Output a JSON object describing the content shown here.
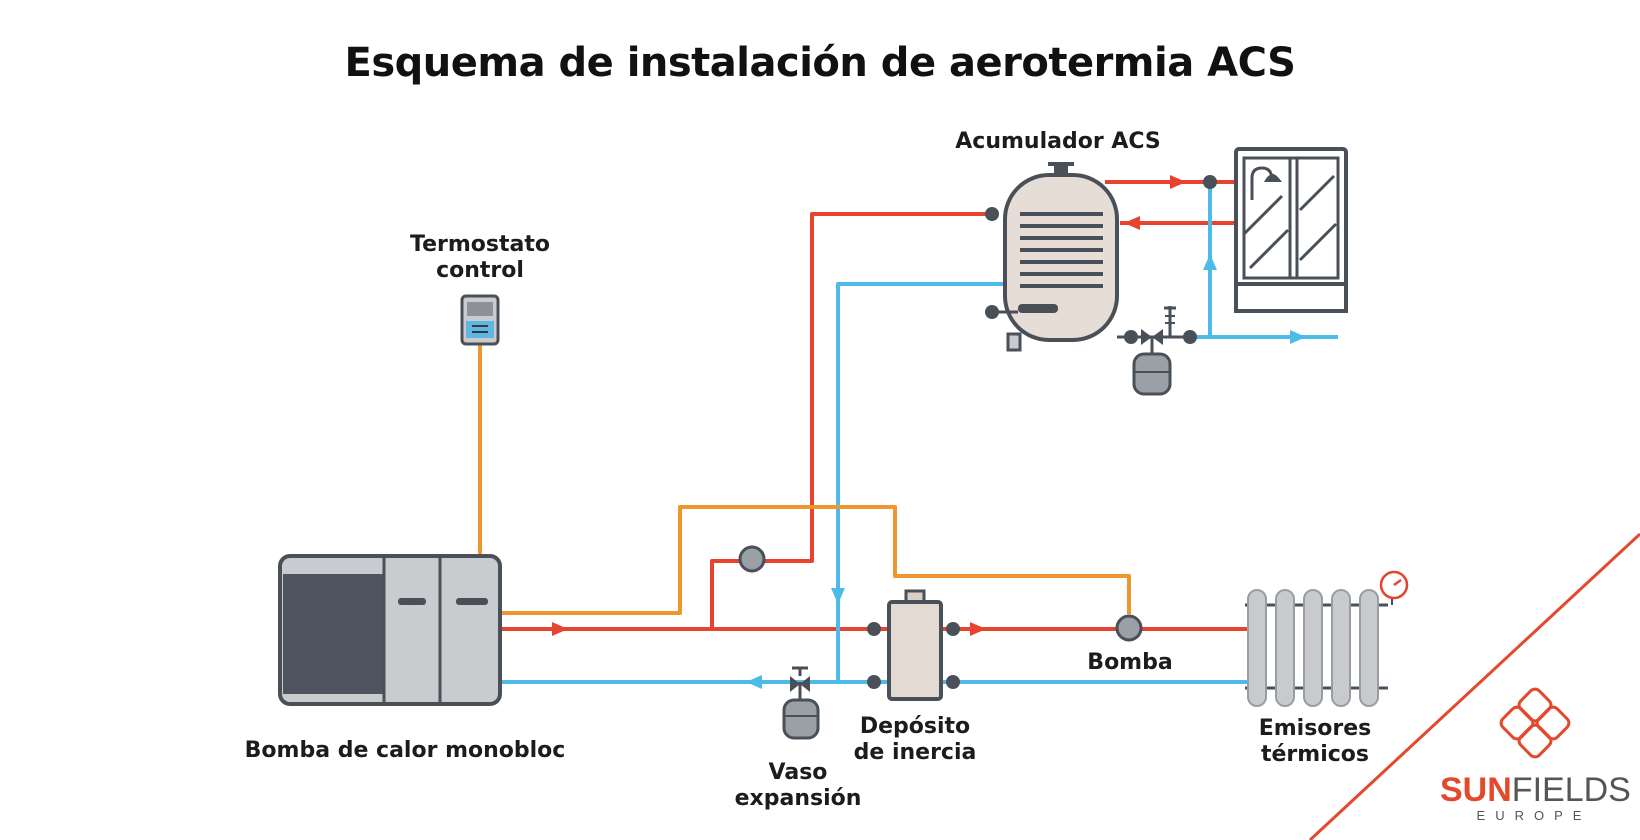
{
  "title": "Esquema de instalación de aerotermia ACS",
  "labels": {
    "acumulador": "Acumulador ACS",
    "termostato_line1": "Termostato",
    "termostato_line2": "control",
    "bomba_calor": "Bomba de calor monobloc",
    "deposito_line1": "Depósito",
    "deposito_line2": "de inercia",
    "bomba": "Bomba",
    "emisores_line1": "Emisores",
    "emisores_line2": "térmicos",
    "vaso_line1": "Vaso",
    "vaso_line2": "expansión"
  },
  "brand": {
    "name_part1": "SUN",
    "name_part2": "FIELDS",
    "subtitle": "EUROPE"
  },
  "colors": {
    "hot": "#e8432e",
    "cold": "#4dbbe8",
    "control": "#f0962e",
    "equipment": "#4a5058",
    "brand": "#e2492d"
  }
}
